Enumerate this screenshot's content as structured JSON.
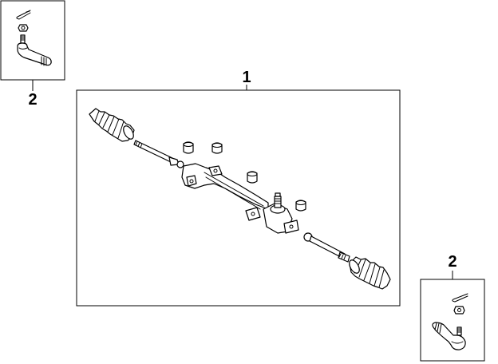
{
  "callouts": {
    "main_assembly": "1",
    "tie_rod_end_left": "2",
    "tie_rod_end_right": "2"
  },
  "icons": {
    "rack_assembly": "steering-rack-icon",
    "boot": "bellows-boot-icon",
    "tie_rod_end": "tie-rod-end-icon",
    "nut": "nut-icon",
    "cotter_pin": "cotter-pin-icon",
    "bushing": "mount-bushing-icon"
  },
  "colors": {
    "line": "#000000",
    "background": "#ffffff"
  }
}
